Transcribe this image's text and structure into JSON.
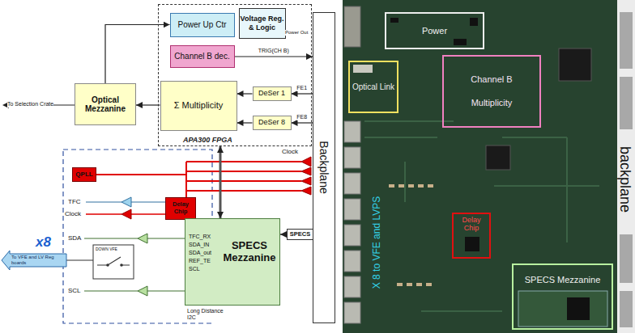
{
  "diagram": {
    "nodes": [
      {
        "text": [
          "APA300 FPGA"
        ]
      },
      {
        "text": [
          "Power Up Ctr"
        ],
        "in": 0
      },
      {
        "text": [
          "Voltage Reg. & Logic"
        ],
        "in": 0
      },
      {
        "text": [
          "Channel B dec."
        ],
        "in": 0
      },
      {
        "text": [
          "Σ Multiplicity"
        ],
        "in": 0
      },
      {
        "text": [
          "DeSer 1"
        ],
        "in": 0
      },
      {
        "text": [
          "DeSer 8"
        ],
        "in": 0
      },
      {
        "text": [
          "Optical Mezzanine"
        ]
      },
      {
        "text": [
          "Backplane"
        ]
      },
      {
        "text": [
          "QPLL"
        ]
      },
      {
        "text": [
          "Delay Chip"
        ]
      },
      {
        "text": [
          "SPECS"
        ]
      },
      {
        "text": [
          "SPECS Mezzanine",
          "TFC_RX",
          "SDA_IN",
          "SDA_out",
          "REF_TE",
          "SCL"
        ]
      },
      {
        "text": [
          "Power"
        ]
      },
      {
        "text": [
          "Optical Link"
        ]
      },
      {
        "text": [
          "Channel B",
          "Multiplicity"
        ]
      },
      {
        "text": [
          "Delay Chip"
        ]
      },
      {
        "text": [
          "SPECS Mezzanine"
        ]
      }
    ],
    "edges": [
      {
        "from": 7,
        "to": 1,
        "arrow": "to"
      },
      {
        "from": 4,
        "to": 7,
        "arrow": "to"
      },
      {
        "from": 5,
        "to": 4,
        "arrow": "to"
      },
      {
        "from": 6,
        "to": 4,
        "arrow": "to"
      },
      {
        "from": 8,
        "to": 5,
        "label": "FE1",
        "arrow": "to"
      },
      {
        "from": 8,
        "to": 6,
        "label": "FE8",
        "arrow": "to"
      },
      {
        "from": 3,
        "to": 8,
        "label": "TRIG(CH B)",
        "arrow": "to"
      },
      {
        "from": 11,
        "to": 12,
        "arrow": "to"
      },
      {
        "from": 12,
        "to": 0,
        "arrow": "both"
      }
    ],
    "labels": [
      "Power Out",
      "To Selection Crate",
      "Clock",
      "TFC",
      "Clock",
      "SDA",
      "SCL",
      "x8",
      "To VFE and LV Reg boards",
      "DOWN VFE",
      "Long Distance I2C",
      "backplane",
      "X 8 to VFE and LVPS"
    ]
  }
}
